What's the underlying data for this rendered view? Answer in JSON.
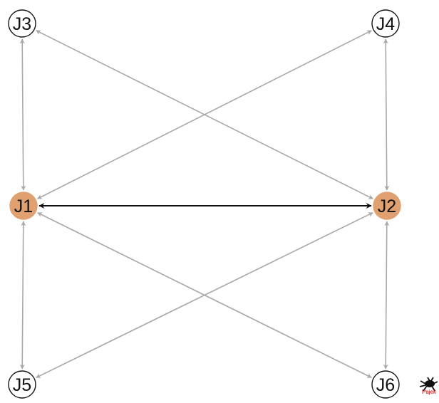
{
  "graph": {
    "nodes": [
      {
        "id": "J1",
        "label": "J1",
        "fill": "#e0a070",
        "highlighted": true
      },
      {
        "id": "J2",
        "label": "J2",
        "fill": "#e0a070",
        "highlighted": true
      },
      {
        "id": "J3",
        "label": "J3",
        "fill": "#ffffff",
        "highlighted": false
      },
      {
        "id": "J4",
        "label": "J4",
        "fill": "#ffffff",
        "highlighted": false
      },
      {
        "id": "J5",
        "label": "J5",
        "fill": "#ffffff",
        "highlighted": false
      },
      {
        "id": "J6",
        "label": "J6",
        "fill": "#ffffff",
        "highlighted": false
      }
    ],
    "edges": [
      {
        "from": "J1",
        "to": "J2",
        "direction": "both",
        "color": "#111111"
      },
      {
        "from": "J3",
        "to": "J1",
        "direction": "both",
        "color": "#a8a8a8"
      },
      {
        "from": "J3",
        "to": "J2",
        "direction": "both",
        "color": "#a8a8a8"
      },
      {
        "from": "J4",
        "to": "J2",
        "direction": "both",
        "color": "#a8a8a8"
      },
      {
        "from": "J4",
        "to": "J1",
        "direction": "both",
        "color": "#a8a8a8"
      },
      {
        "from": "J5",
        "to": "J1",
        "direction": "both",
        "color": "#a8a8a8"
      },
      {
        "from": "J5",
        "to": "J2",
        "direction": "both",
        "color": "#a8a8a8"
      },
      {
        "from": "J6",
        "to": "J2",
        "direction": "both",
        "color": "#a8a8a8"
      },
      {
        "from": "J6",
        "to": "J1",
        "direction": "both",
        "color": "#a8a8a8"
      }
    ]
  },
  "logo": {
    "icon": "spider-icon",
    "text": "Pajek",
    "text_color": "#cc0000"
  }
}
